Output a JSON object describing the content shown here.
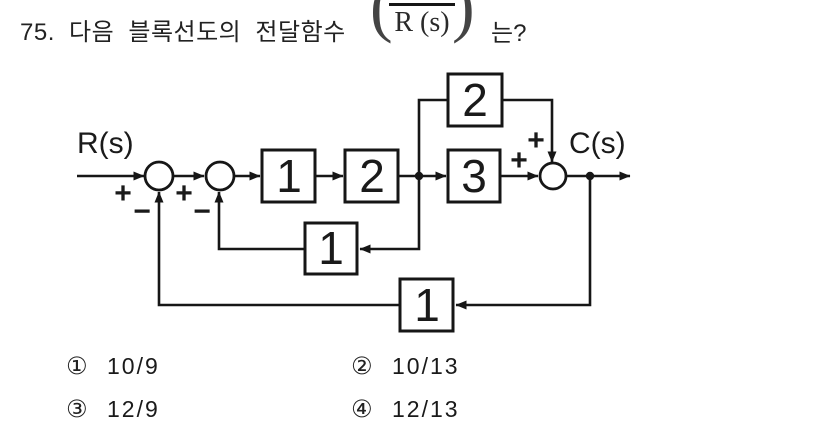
{
  "colors": {
    "ink": "#1a1a1a",
    "background": "#ffffff"
  },
  "question": {
    "text": "75. 다음 블록선도의 전달함수",
    "fraction": {
      "left_paren": "(",
      "denominator": "R (s)",
      "right_paren": ")"
    },
    "suffix": "는?"
  },
  "diagram": {
    "input_label": "R(s)",
    "output_label": "C(s)",
    "forward_blocks": [
      {
        "label": "1"
      },
      {
        "label": "2"
      },
      {
        "label": "3"
      }
    ],
    "feedforward_block": {
      "label": "2"
    },
    "inner_feedback_block": {
      "label": "1"
    },
    "outer_feedback_block": {
      "label": "1"
    },
    "signs": {
      "sum1_plus": "+",
      "sum1_minus": "−",
      "sum2_plus": "+",
      "sum2_minus": "−",
      "sum3_plus_forward": "+",
      "sum3_plus_feedforward": "+"
    }
  },
  "choices": [
    {
      "marker": "①",
      "value": "10/9"
    },
    {
      "marker": "②",
      "value": "10/13"
    },
    {
      "marker": "③",
      "value": "12/9"
    },
    {
      "marker": "④",
      "value": "12/13"
    }
  ]
}
